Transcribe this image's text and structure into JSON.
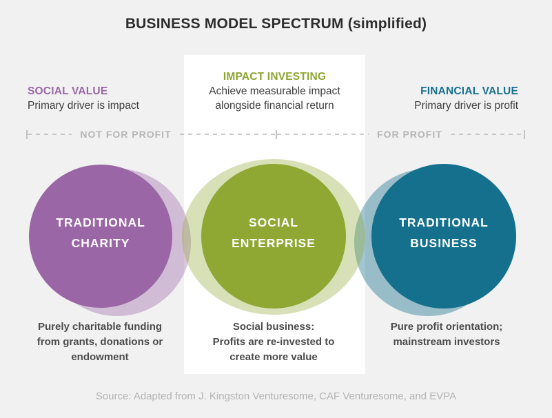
{
  "title": "BUSINESS MODEL SPECTRUM (simplified)",
  "colors": {
    "purple": "#9a66a5",
    "green": "#8fa733",
    "teal": "#14708c",
    "background": "#f1f1f2",
    "panel": "#ffffff"
  },
  "axis": {
    "left_label": "NOT FOR PROFIT",
    "right_label": "FOR PROFIT"
  },
  "columns": [
    {
      "heading": "SOCIAL VALUE",
      "sub_lines": [
        "Primary driver is impact"
      ],
      "circle_lines": [
        "TRADITIONAL",
        "CHARITY"
      ],
      "description_lines": [
        "Purely charitable funding",
        "from grants, donations or",
        "endowment"
      ]
    },
    {
      "heading": "IMPACT INVESTING",
      "sub_lines": [
        "Achieve measurable impact",
        "alongside financial return"
      ],
      "circle_lines": [
        "SOCIAL",
        "ENTERPRISE"
      ],
      "description_lines": [
        "Social business:",
        "Profits are re-invested to",
        "create more value"
      ]
    },
    {
      "heading": "FINANCIAL VALUE",
      "sub_lines": [
        "Primary driver is profit"
      ],
      "circle_lines": [
        "TRADITIONAL",
        "BUSINESS"
      ],
      "description_lines": [
        "Pure profit orientation;",
        "mainstream investors"
      ]
    }
  ],
  "source": "Source: Adapted from J. Kingston Venturesome, CAF Venturesome, and EVPA"
}
